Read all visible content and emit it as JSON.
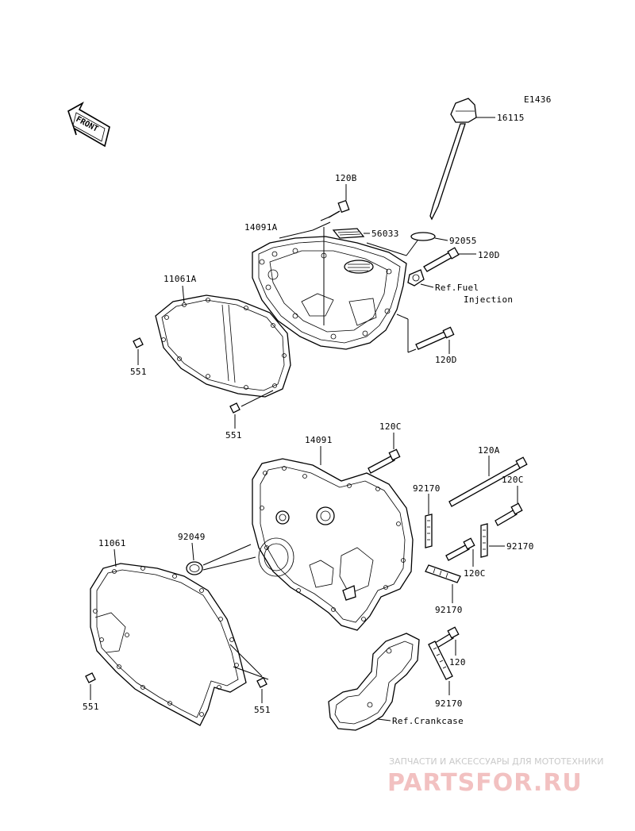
{
  "diagram_code": "E1436",
  "front_label": "FRONT",
  "parts": {
    "p16115": "16115",
    "p120B": "120B",
    "p14091A": "14091A",
    "p56033": "56033",
    "p92055": "92055",
    "p120D_top": "120D",
    "ref_fuel_line1": "Ref.Fuel",
    "ref_fuel_line2": "Injection",
    "p120D_bottom": "120D",
    "p11061A": "11061A",
    "p551_a": "551",
    "p551_b": "551",
    "p120C_a": "120C",
    "p14091": "14091",
    "p120A": "120A",
    "p120C_b": "120C",
    "p92170_a": "92170",
    "p92049": "92049",
    "p11061": "11061",
    "p92170_b": "92170",
    "p120C_c": "120C",
    "p92170_c": "92170",
    "p120": "120",
    "p92170_d": "92170",
    "ref_crankcase": "Ref.Crankcase",
    "p551_c": "551",
    "p551_d": "551"
  },
  "watermark": {
    "subtitle": "ЗАПЧАСТИ И АКСЕССУАРЫ ДЛЯ МОТОТЕХНИКИ",
    "brand": "PARTSFOR.RU"
  }
}
